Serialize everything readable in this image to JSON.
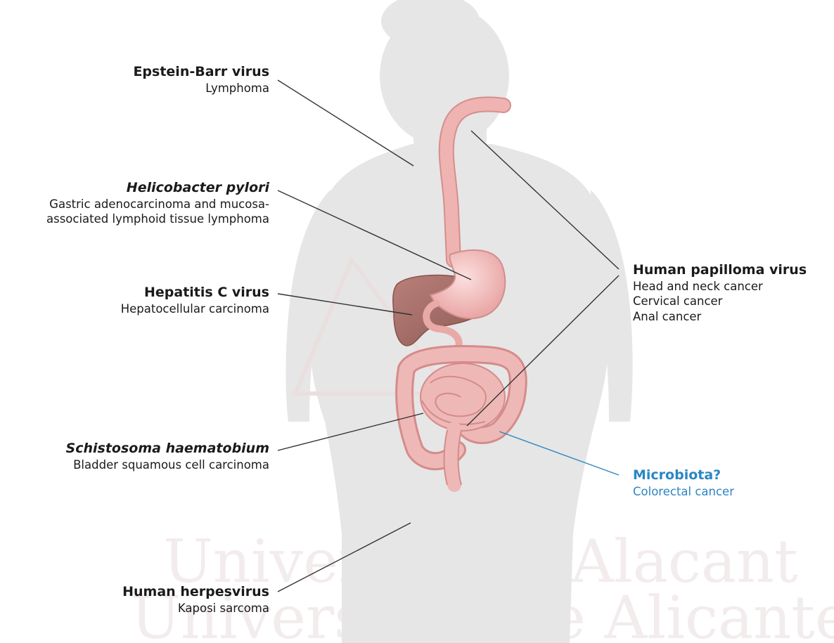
{
  "watermark": [
    "Universitat d'Alacant",
    "Universidad de Alicante"
  ],
  "labels": {
    "ebv": {
      "title": "Epstein-Barr virus",
      "diseases": [
        "Lymphoma"
      ]
    },
    "hpylori": {
      "title": "Helicobacter pylori",
      "diseases": [
        "Gastric adenocarcinoma and mucosa-",
        "associated lymphoid tissue lymphoma"
      ]
    },
    "hcv": {
      "title": "Hepatitis C virus",
      "diseases": [
        "Hepatocellular carcinoma"
      ]
    },
    "schisto": {
      "title": "Schistosoma haematobium",
      "diseases": [
        "Bladder squamous cell carcinoma"
      ]
    },
    "hhv": {
      "title": "Human herpesvirus",
      "diseases": [
        "Kaposi sarcoma"
      ]
    },
    "hpv": {
      "title": "Human papilloma virus",
      "diseases": [
        "Head and neck cancer",
        "Cervical cancer",
        "Anal cancer"
      ]
    },
    "microbiota": {
      "title": "Microbiota?",
      "diseases": [
        "Colorectal cancer"
      ]
    }
  },
  "colors": {
    "silhouette": "#e6e6e6",
    "esophagus": "#efb3b1",
    "liver": "#a8706a",
    "intestine": "#e8a9a7",
    "leader": "#333333",
    "microbiota": "#2a86c4"
  }
}
